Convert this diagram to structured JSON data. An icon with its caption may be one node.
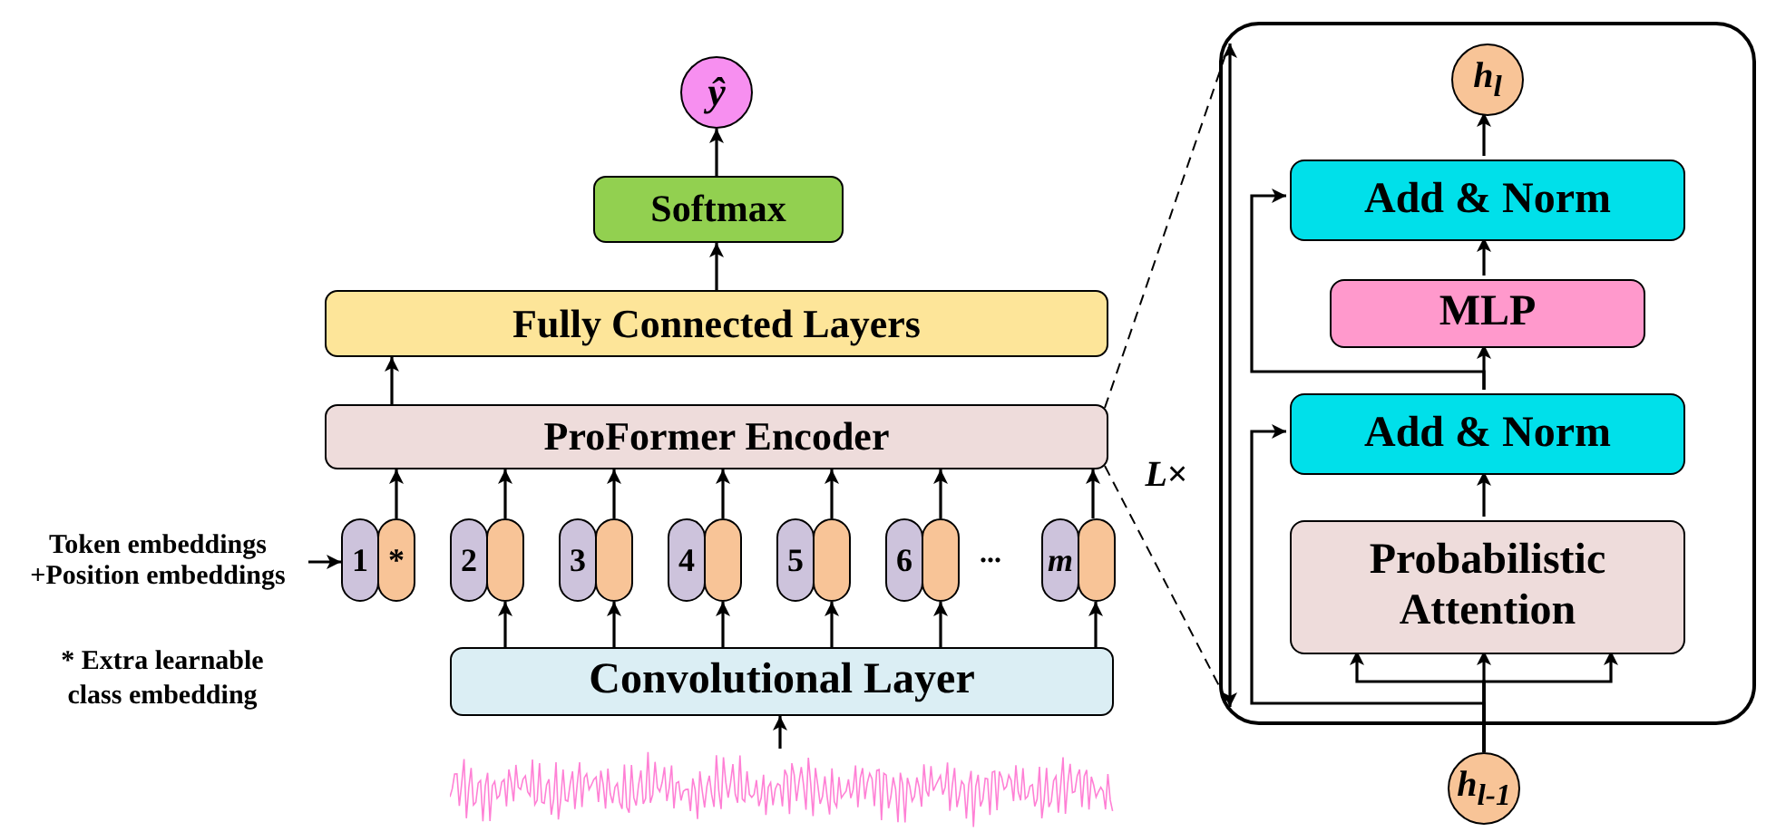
{
  "diagram": {
    "nodes": [
      {
        "text": [
          "ŷ"
        ]
      },
      {
        "text": [
          "Softmax"
        ]
      },
      {
        "text": [
          "Fully Connected Layers"
        ]
      },
      {
        "text": [
          "ProFormer Encoder"
        ]
      },
      {
        "text": [
          "1"
        ]
      },
      {
        "text": [
          "*"
        ]
      },
      {
        "text": [
          "2"
        ]
      },
      {
        "text": [],
        "shape": "pill"
      },
      {
        "text": [
          "3"
        ]
      },
      {
        "text": [],
        "shape": "pill"
      },
      {
        "text": [
          "4"
        ]
      },
      {
        "text": [],
        "shape": "pill"
      },
      {
        "text": [
          "5"
        ]
      },
      {
        "text": [],
        "shape": "pill"
      },
      {
        "text": [
          "6"
        ]
      },
      {
        "text": [],
        "shape": "pill"
      },
      {
        "text": [
          "m"
        ]
      },
      {
        "text": [],
        "shape": "pill"
      },
      {
        "text": [
          "Convolutional Layer"
        ]
      },
      {
        "text": [],
        "shape": "picture"
      },
      {
        "text": [
          "Token embeddings +Position embeddings"
        ]
      },
      {
        "text": [],
        "shape": "box"
      },
      {
        "text": [
          "h$_{l}$"
        ],
        "in": 21
      },
      {
        "text": [
          "Add & Norm"
        ],
        "in": 21
      },
      {
        "text": [
          "MLP"
        ],
        "in": 21
      },
      {
        "text": [
          "Add & Norm"
        ],
        "in": 21
      },
      {
        "text": [
          "Probabilistic Attention"
        ],
        "in": 21
      },
      {
        "text": [
          "h$_{l-1}$"
        ]
      }
    ],
    "edges": [
      {
        "from": 1,
        "to": 0,
        "arrow": "to"
      },
      {
        "from": 2,
        "to": 1,
        "arrow": "to"
      },
      {
        "from": 3,
        "to": 2,
        "arrow": "to"
      },
      {
        "from": 5,
        "to": 3,
        "arrow": "to"
      },
      {
        "from": 7,
        "to": 3,
        "arrow": "to"
      },
      {
        "from": 9,
        "to": 3,
        "arrow": "to"
      },
      {
        "from": 11,
        "to": 3,
        "arrow": "to"
      },
      {
        "from": 13,
        "to": 3,
        "arrow": "to"
      },
      {
        "from": 15,
        "to": 3,
        "arrow": "to"
      },
      {
        "from": 17,
        "to": 3,
        "arrow": "to"
      },
      {
        "from": 18,
        "to": 7,
        "arrow": "to"
      },
      {
        "from": 18,
        "to": 9,
        "arrow": "to"
      },
      {
        "from": 18,
        "to": 11,
        "arrow": "to"
      },
      {
        "from": 18,
        "to": 13,
        "arrow": "to"
      },
      {
        "from": 18,
        "to": 15,
        "arrow": "to"
      },
      {
        "from": 18,
        "to": 17,
        "arrow": "to"
      },
      {
        "from": 19,
        "to": 18,
        "arrow": "to"
      },
      {
        "from": 20,
        "to": 4,
        "arrow": "to"
      },
      {
        "from": 3,
        "to": 21,
        "arrow": "none",
        "style": "dashed"
      },
      {
        "from": 3,
        "to": 21,
        "arrow": "none",
        "style": "dashed"
      },
      {
        "from": 23,
        "to": 22,
        "arrow": "to"
      },
      {
        "from": 24,
        "to": 23,
        "arrow": "to"
      },
      {
        "from": 25,
        "to": 24,
        "arrow": "to"
      },
      {
        "from": 26,
        "to": 25,
        "arrow": "to"
      },
      {
        "from": 27,
        "to": 26,
        "arrow": "to"
      },
      {
        "from": 27,
        "to": 26,
        "arrow": "to"
      },
      {
        "from": 27,
        "to": 26,
        "arrow": "to"
      },
      {
        "from": 27,
        "to": 25,
        "arrow": "to"
      },
      {
        "from": 25,
        "to": 23,
        "arrow": "to"
      }
    ],
    "labels": [
      "...",
      "* Extra learnable class embedding",
      "*L*×"
    ]
  }
}
